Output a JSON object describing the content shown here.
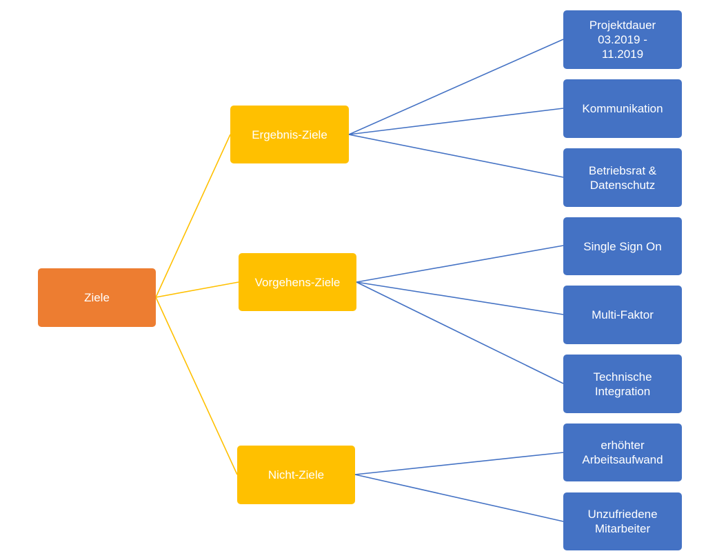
{
  "colors": {
    "root": "#ed7d31",
    "mid": "#ffc000",
    "leaf": "#4472c4",
    "root_connector": "#ffc000",
    "leaf_connector": "#4472c4"
  },
  "root": {
    "label": "Ziele"
  },
  "groups": [
    {
      "label": "Ergebnis-Ziele",
      "children": [
        "Projektdauer\n03.2019 -\n11.2019",
        "Kommunikation",
        "Betriebsrat &\nDatenschutz"
      ]
    },
    {
      "label": "Vorgehens-Ziele",
      "children": [
        "Single Sign On",
        "Multi-Faktor",
        "Technische\nIntegration"
      ]
    },
    {
      "label": "Nicht-Ziele",
      "children": [
        "erhöhter\nArbeitsaufwand",
        "Unzufriedene\nMitarbeiter"
      ]
    }
  ]
}
